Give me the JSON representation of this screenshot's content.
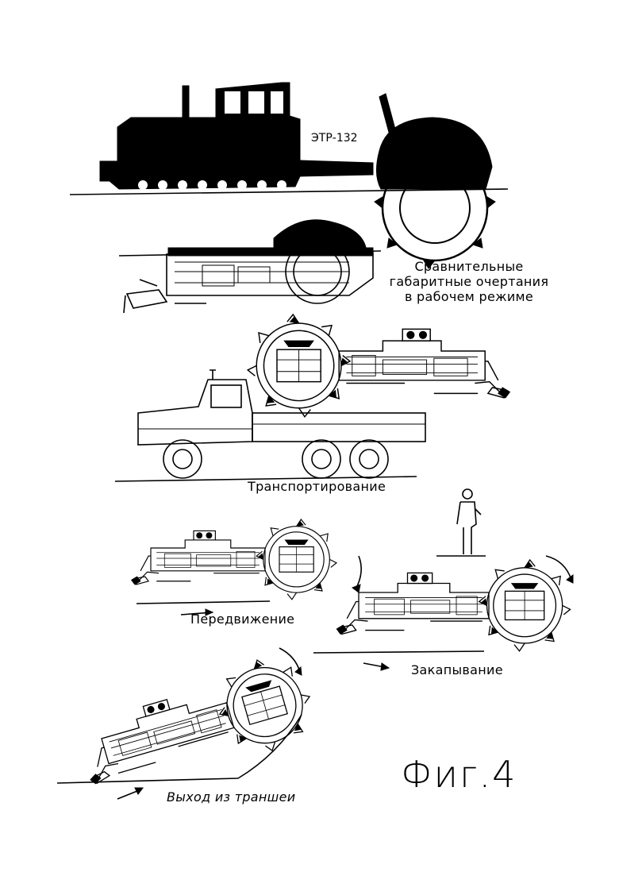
{
  "labels": {
    "model": "ЭТР-132",
    "comparison_line1": "Сравнительные",
    "comparison_line2": "габаритные очертания",
    "comparison_line3": "в рабочем режиме",
    "transport": "Транспортирование",
    "movement": "Передвижение",
    "digging": "Закапывание",
    "exit": "Выход из траншеи",
    "figure": "Фиг.4"
  }
}
